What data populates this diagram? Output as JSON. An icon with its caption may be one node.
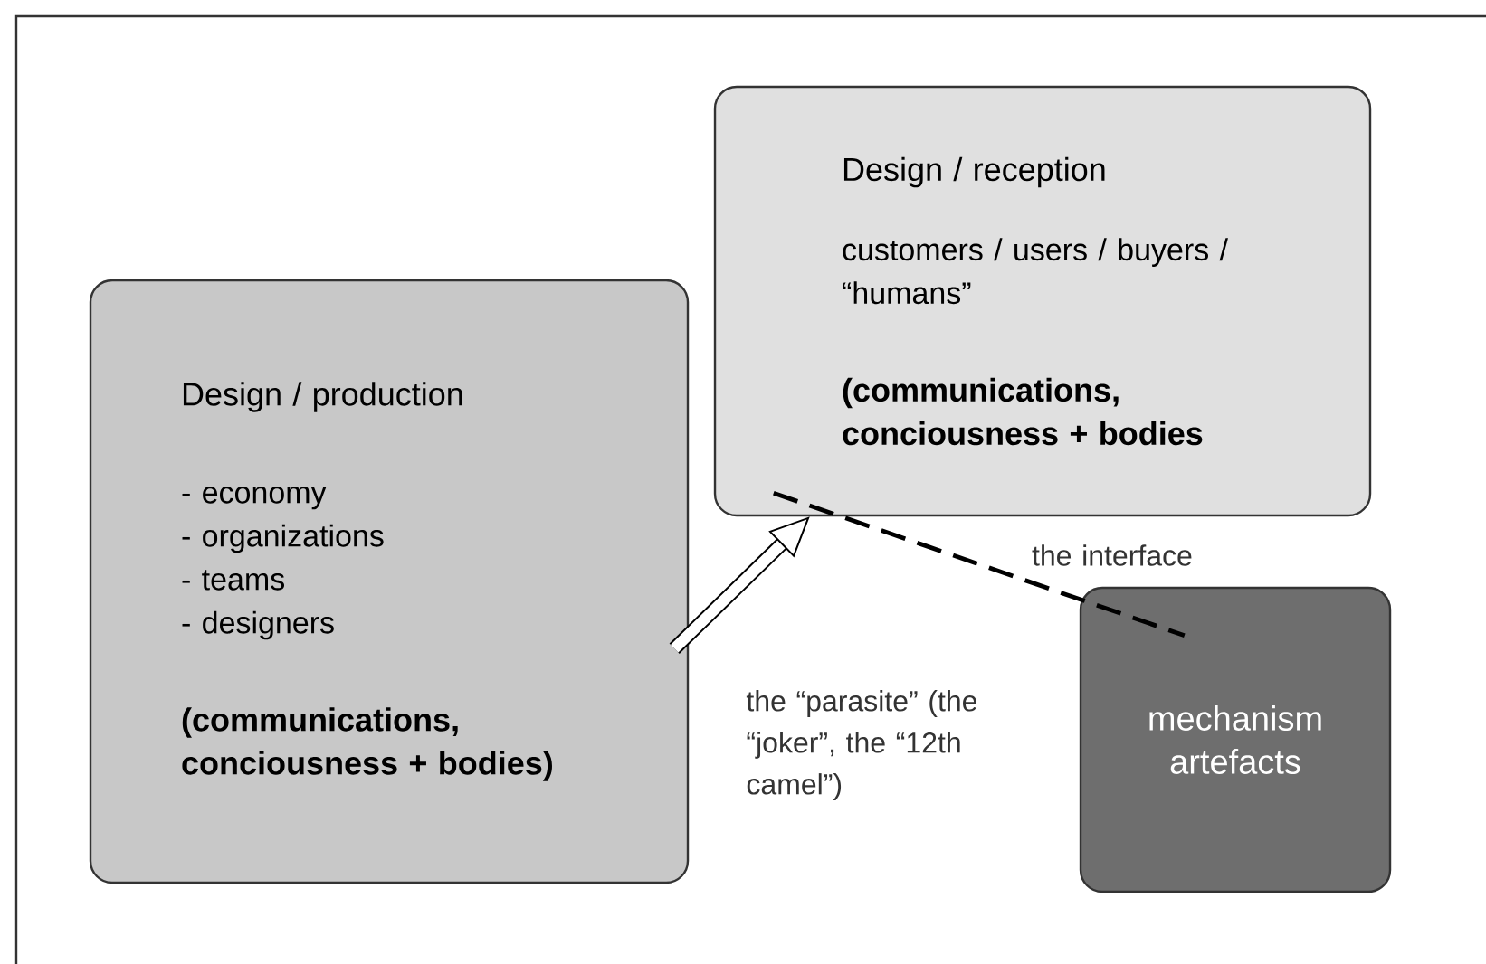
{
  "diagram": {
    "nodes": [
      {
        "text": [
          "Design / production",
          "- economy",
          "- organizations",
          "- teams",
          "- designers",
          "(communications, conciousness + bodies)"
        ]
      },
      {
        "text": [
          "Design / reception",
          "customers / users / buyers / “humans”",
          "(communications, conciousness + bodies"
        ]
      },
      {
        "text": [
          "mechanism artefacts"
        ]
      }
    ],
    "edges": [
      {
        "from": 0,
        "to": 1,
        "arrow": "to",
        "style": "thick",
        "label": "the “parasite” (the “joker”, the “12th camel”)"
      },
      {
        "from": 1,
        "to": 2,
        "arrow": "none",
        "style": "dashed",
        "label": "the interface"
      }
    ]
  }
}
